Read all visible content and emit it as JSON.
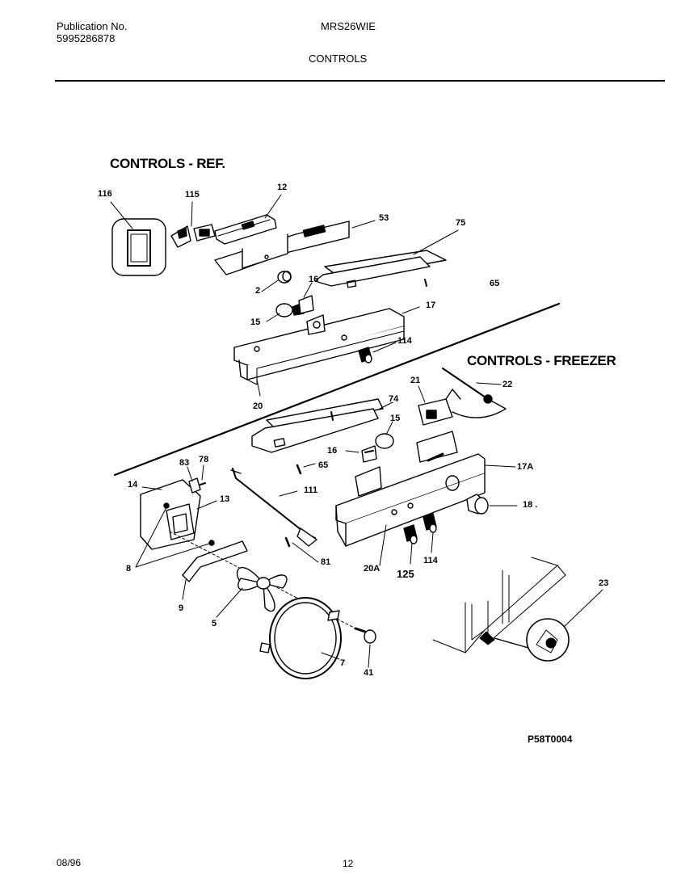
{
  "header": {
    "publication_label": "Publication No.",
    "publication_number": "5995286878",
    "model": "MRS26WIE",
    "section": "CONTROLS"
  },
  "diagram": {
    "title_ref": "CONTROLS - REF.",
    "title_freezer": "CONTROLS - FREEZER",
    "drawing_code": "P58T0004",
    "part_numbers": {
      "p116": "116",
      "p115": "115",
      "p12": "12",
      "p53": "53",
      "p75": "75",
      "p65a": "65",
      "p2": "2",
      "p16a": "16",
      "p15a": "15",
      "p17": "17",
      "p114a": "114",
      "p20": "20",
      "p21": "21",
      "p22": "22",
      "p74": "74",
      "p15b": "15",
      "p16b": "16",
      "p65b": "65",
      "p17A": "17A",
      "p83": "83",
      "p78": "78",
      "p14": "14",
      "p13": "13",
      "p111": "111",
      "p18": "18 .",
      "p8": "8",
      "p81": "81",
      "p20A": "20A",
      "p125": "125",
      "p114b": "114",
      "p9": "9",
      "p5": "5",
      "p23": "23",
      "p7": "7",
      "p41": "41"
    }
  },
  "footer": {
    "date": "08/96",
    "page": "12"
  }
}
